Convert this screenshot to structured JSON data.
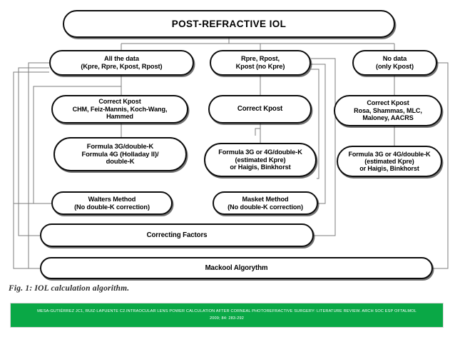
{
  "figure": {
    "title": "POST-REFRACTIVE IOL",
    "caption": "Fig. 1: IOL calculation algorithm.",
    "colors": {
      "banner_background": "#0aa846",
      "banner_text": "#ffffff",
      "node_border": "#0d0d0d",
      "node_fill": "#ffffff",
      "connector": "#7a7a7a"
    }
  },
  "nodes": {
    "title": "POST-REFRACTIVE IOL",
    "branch_all_data": "All the data\n(Kpre, Rpre, Kpost, Rpost)",
    "branch_rpre": "Rpre, Rpost,\nKpost (no Kpre)",
    "branch_no_data": "No data\n(only Kpost)",
    "correct_kpost_left": "Correct Kpost\nCHM, Feiz-Mannis, Koch-Wang,\nHammed",
    "correct_kpost_mid": "Correct Kpost",
    "correct_kpost_right": "Correct Kpost\nRosa, Shammas, MLC,\nMaloney, AACRS",
    "formula_left": "Formula 3G/double-K\nFormula 4G (Holladay II)/\ndouble-K",
    "formula_mid": "Formula 3G or 4G/double-K\n(estimated Kpre)\nor Haigis, Binkhorst",
    "formula_right": "Formula 3G or 4G/double-K\n(estimated Kpre)\nor Haigis, Binkhorst",
    "walters": "Walters Method\n(No double-K correction)",
    "masket": "Masket Method\n(No double-K correction)",
    "correcting_factors": "Correcting Factors",
    "mackool": "Mackool Algorythm"
  },
  "citation": {
    "line1": "MESA-GUTIÉRREZ JC1, RUIZ-LAPUENTE C2.INTRAOCULAR LENS POWER CALCULATION AFTER CORNEAL PHOTOREFRACTIVE SURGERY: LITERATURE REVIEW. ARCH SOC ESP OFTALMOL",
    "line2": "2009; 84: 283-292"
  }
}
